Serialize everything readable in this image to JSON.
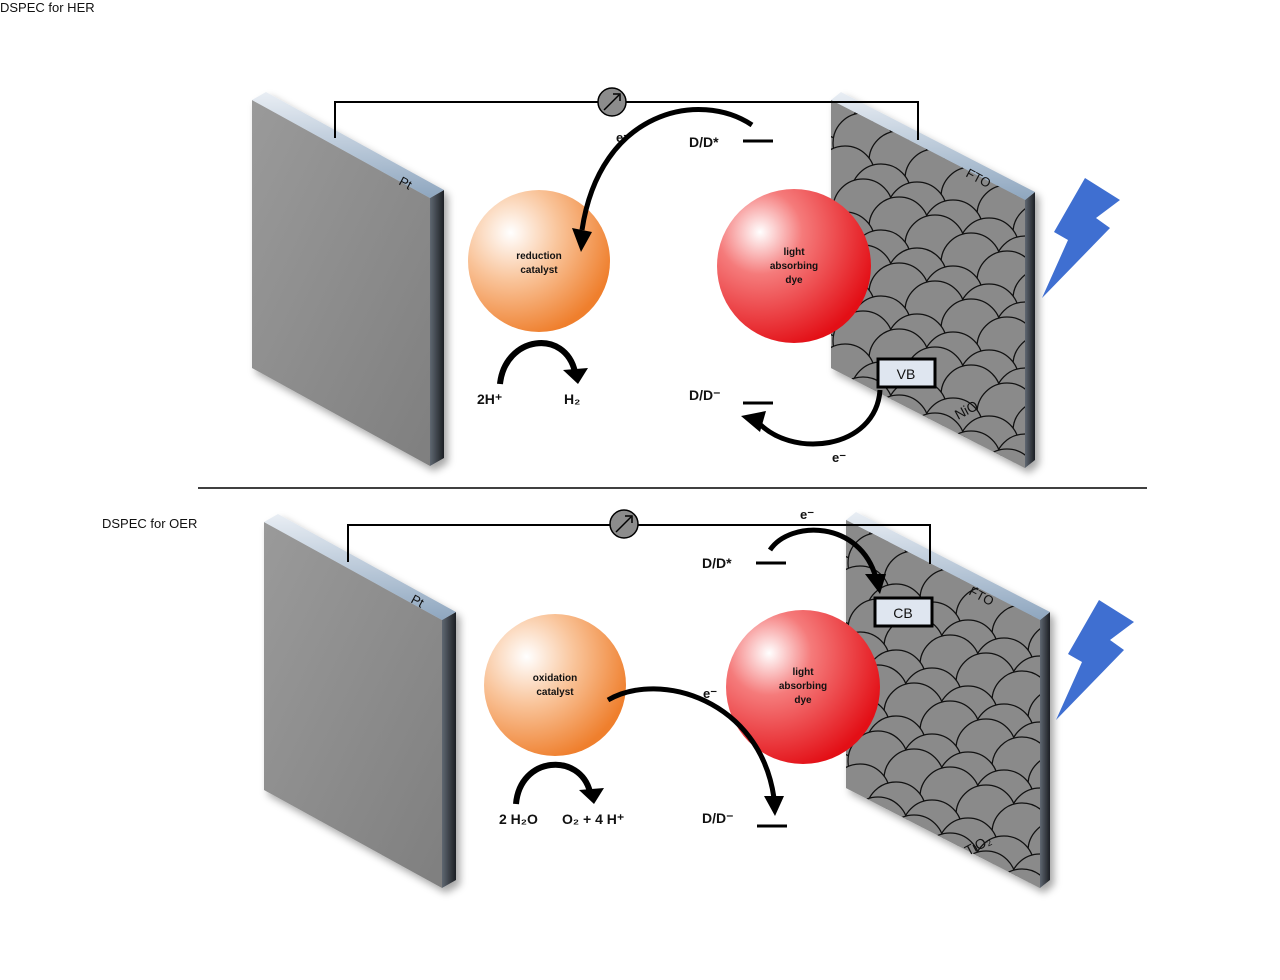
{
  "her": {
    "title": "DSPEC for HER",
    "cathode_label": "Pt",
    "photo_electrode_label": "FTO",
    "semiconductor_label": "NiO",
    "catalyst_line1": "reduction",
    "catalyst_line2": "catalyst",
    "dye_line1": "light",
    "dye_line2": "absorbing",
    "dye_line3": "dye",
    "band_label": "VB",
    "excited_state_label": "D/D*",
    "reduced_state_label": "D/D⁻",
    "electron_label_top": "e⁻",
    "electron_label_bottom": "e⁻",
    "reaction_reactant": "2H⁺",
    "reaction_product": "H₂"
  },
  "oer": {
    "title": "DSPEC for OER",
    "cathode_label": "Pt",
    "photo_electrode_label": "FTO",
    "semiconductor_label": "TiO₂",
    "catalyst_line1": "oxidation",
    "catalyst_line2": "catalyst",
    "dye_line1": "light",
    "dye_line2": "absorbing",
    "dye_line3": "dye",
    "band_label": "CB",
    "excited_state_label": "D/D*",
    "reduced_state_label": "D/D⁻",
    "electron_label_top": "e⁻",
    "electron_label_middle": "e⁻",
    "reaction_reactant": "2 H₂O",
    "reaction_product": "O₂ + 4 H⁺"
  },
  "colors": {
    "electrode_face": "#8c8c8c",
    "electrode_edge": "#2b2f36",
    "electrode_top": "#9fb3c9",
    "nanoparticle": "#8a8a8a",
    "catalyst": "#f08a3c",
    "dye": "#e4151b",
    "lightning": "#3f6fd1",
    "band_box": "#dfe6f0"
  },
  "icons": {
    "meter": "ammeter-icon",
    "light": "lightning-bolt-icon"
  }
}
